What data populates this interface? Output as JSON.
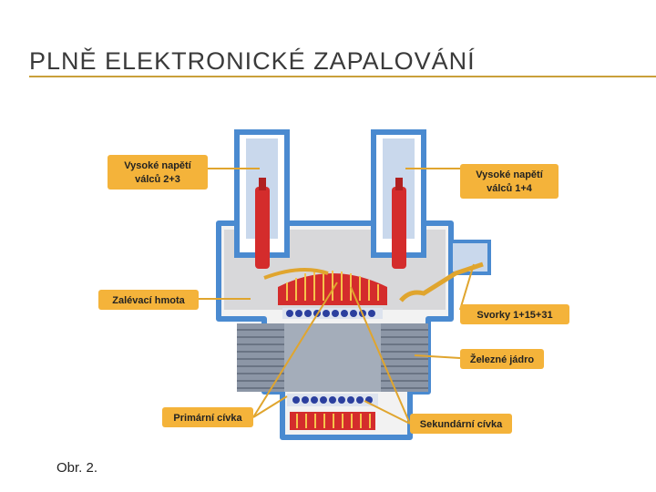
{
  "slide": {
    "title": "PLNĚ ELEKTRONICKÉ ZAPALOVÁNÍ",
    "caption": "Obr. 2."
  },
  "colors": {
    "title_rule": "#c9a03a",
    "label_box": "#f4b33a",
    "leader_line": "#e0a52e",
    "housing_outline": "#4a8ad0",
    "housing_fill": "#d8d8da",
    "core_fill": "#8c96a6",
    "coil_red": "#d42c2c",
    "coil_blue": "#2b3f9e"
  },
  "labels": {
    "hv23_line1": "Vysoké napětí",
    "hv23_line2": "válců 2+3",
    "hv14_line1": "Vysoké napětí",
    "hv14_line2": "válců 1+4",
    "potting": "Zalévací hmota",
    "terminals": "Svorky 1+15+31",
    "iron_core": "Železné jádro",
    "primary": "Primární cívka",
    "secondary": "Sekundární cívka"
  }
}
